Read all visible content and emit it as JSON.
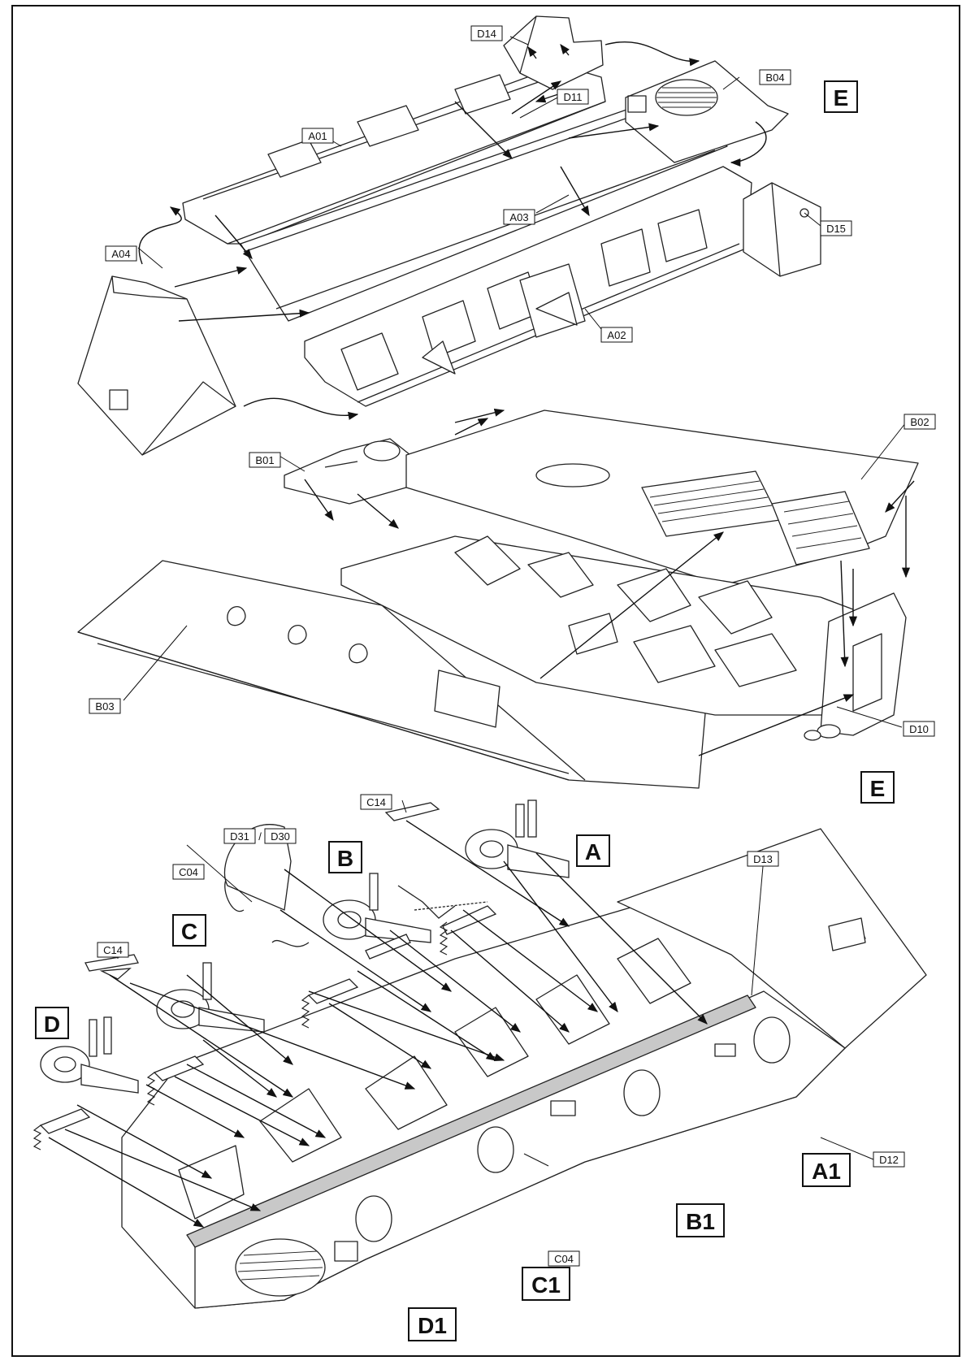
{
  "parts": {
    "d14": "D14",
    "d11": "D11",
    "b04": "B04",
    "a01": "A01",
    "a03": "A03",
    "d15": "D15",
    "a04": "A04",
    "a02": "A02",
    "b01": "B01",
    "b02": "B02",
    "b03": "B03",
    "d10": "D10",
    "c14_top": "C14",
    "c14_left": "C14",
    "d31": "D31",
    "d30": "D30",
    "c04_top": "C04",
    "c04_bottom": "C04",
    "d13": "D13",
    "d12": "D12"
  },
  "separator": "/",
  "steps": {
    "e_top": "E",
    "e_mid": "E",
    "a": "A",
    "b": "B",
    "c": "C",
    "d": "D",
    "a1": "A1",
    "b1": "B1",
    "c1": "C1",
    "d1": "D1"
  }
}
